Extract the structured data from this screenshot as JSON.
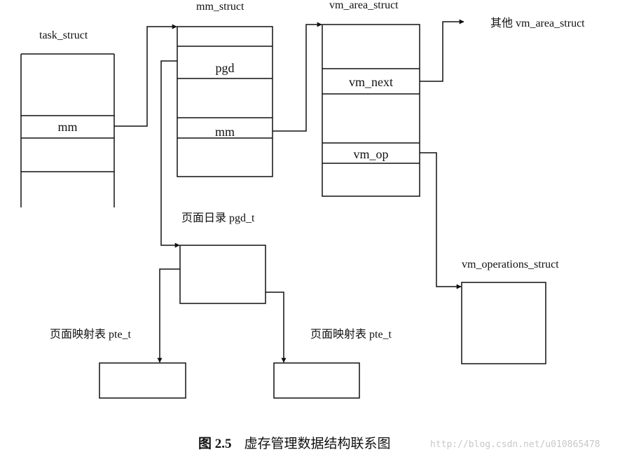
{
  "labels": {
    "task_struct": "task_struct",
    "mm_struct": "mm_struct",
    "vm_area_struct": "vm_area_struct",
    "other_vm_area": "其他 vm_area_struct",
    "pgd_t": "页面日录 pgd_t",
    "vm_operations_struct": "vm_operations_struct",
    "pte_t_left": "页面映射表 pte_t",
    "pte_t_right": "页面映射表 pte_t"
  },
  "fields": {
    "task_mm": "mm",
    "mm_pgd": "pgd",
    "mm_mm": "mm",
    "vma_next": "vm_next",
    "vma_op": "vm_op"
  },
  "caption": {
    "figure": "图 2.5",
    "title": "虚存管理数据结构联系图"
  },
  "watermark": "http://blog.csdn.net/u010865478",
  "colors": {
    "stroke": "#111111",
    "text": "#111111",
    "watermark": "#c8c8c8"
  }
}
